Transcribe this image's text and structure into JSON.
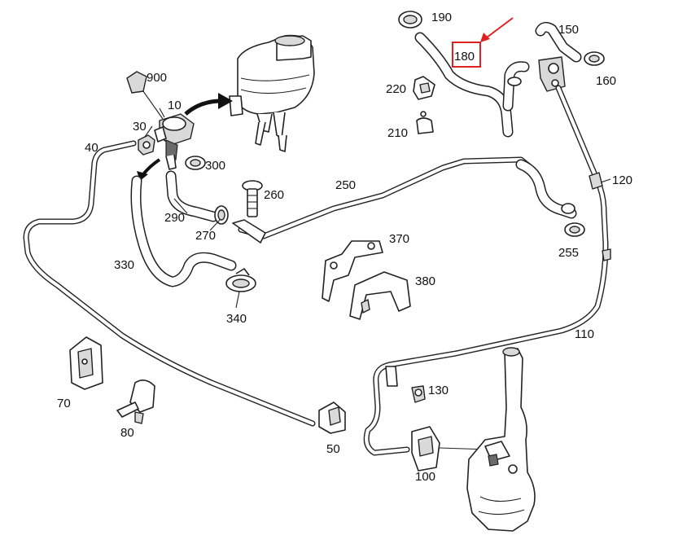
{
  "diagram": {
    "labels": {
      "p10": "10",
      "p30": "30",
      "p40": "40",
      "p50": "50",
      "p70": "70",
      "p80": "80",
      "p100": "100",
      "p110": "110",
      "p120": "120",
      "p130": "130",
      "p150": "150",
      "p160": "160",
      "p180": "180",
      "p190": "190",
      "p210": "210",
      "p220": "220",
      "p250": "250",
      "p255": "255",
      "p260": "260",
      "p270": "270",
      "p290": "290",
      "p300": "300",
      "p330": "330",
      "p340": "340",
      "p370": "370",
      "p380": "380",
      "p900": "900"
    },
    "highlighted_part": "180",
    "highlight_color": "#e02020",
    "line_color": "#222222"
  }
}
